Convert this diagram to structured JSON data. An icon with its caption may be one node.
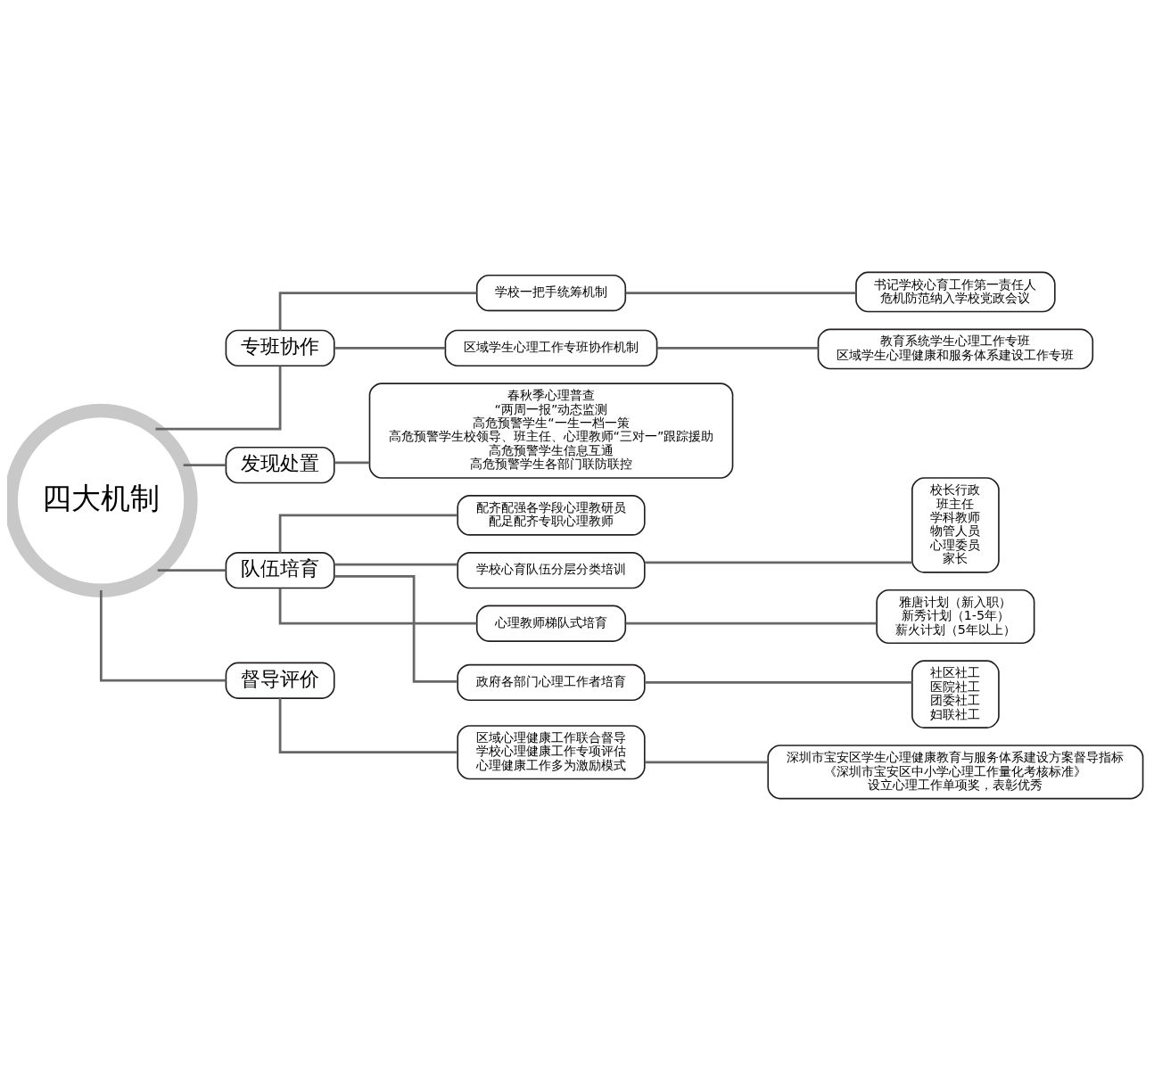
{
  "diagram": {
    "nodes": [
      {
        "text": [
          "四大机制"
        ]
      },
      {
        "text": [
          "专班协作"
        ]
      },
      {
        "text": [
          "学校一把手统筹机制"
        ]
      },
      {
        "text": [
          "书记学校心育工作第一责任人",
          "危机防范纳入学校党政会议"
        ]
      },
      {
        "text": [
          "区域学生心理工作专班协作机制"
        ]
      },
      {
        "text": [
          "教育系统学生心理工作专班",
          "区域学生心理健康和服务体系建设工作专班"
        ]
      },
      {
        "text": [
          "发现处置"
        ]
      },
      {
        "text": [
          "春秋季心理普查",
          "“两周一报”动态监测",
          "高危预警学生“一生一档一策",
          "高危预警学生校领导、班主任、心理教师“三对一”跟踪援助",
          "高危预警学生信息互通",
          "高危预警学生各部门联防联控"
        ]
      },
      {
        "text": [
          "队伍培育"
        ]
      },
      {
        "text": [
          "配齐配强各学段心理教研员",
          "配足配齐专职心理教师"
        ]
      },
      {
        "text": [
          "学校心育队伍分层分类培训"
        ]
      },
      {
        "text": [
          "校长行政",
          "班主任",
          "学科教师",
          "物管人员",
          "心理委员",
          "家长"
        ]
      },
      {
        "text": [
          "心理教师梯队式培育"
        ]
      },
      {
        "text": [
          "雅唐计划（新入职）",
          "新秀计划（1-5年）",
          "薪火计划（5年以上）"
        ]
      },
      {
        "text": [
          "政府各部门心理工作者培育"
        ]
      },
      {
        "text": [
          "社区社工",
          "医院社工",
          "团委社工",
          "妇联社工"
        ]
      },
      {
        "text": [
          "督导评价"
        ]
      },
      {
        "text": [
          "区域心理健康工作联合督导",
          "学校心理健康工作专项评估",
          "心理健康工作多为激励模式"
        ]
      },
      {
        "text": [
          "深圳市宝安区学生心理健康教育与服务体系建设方案督导指标",
          "《深圳市宝安区中小学心理工作量化考核标准》",
          "设立心理工作单项奖，表彰优秀"
        ]
      }
    ],
    "edges": [
      {
        "from": 0,
        "to": 1,
        "arrow": "none"
      },
      {
        "from": 1,
        "to": 2,
        "arrow": "none"
      },
      {
        "from": 2,
        "to": 3,
        "arrow": "none"
      },
      {
        "from": 1,
        "to": 4,
        "arrow": "none"
      },
      {
        "from": 4,
        "to": 5,
        "arrow": "none"
      },
      {
        "from": 0,
        "to": 6,
        "arrow": "none"
      },
      {
        "from": 6,
        "to": 7,
        "arrow": "none"
      },
      {
        "from": 0,
        "to": 8,
        "arrow": "none"
      },
      {
        "from": 8,
        "to": 9,
        "arrow": "none"
      },
      {
        "from": 8,
        "to": 10,
        "arrow": "none"
      },
      {
        "from": 10,
        "to": 11,
        "arrow": "none"
      },
      {
        "from": 8,
        "to": 12,
        "arrow": "none"
      },
      {
        "from": 12,
        "to": 13,
        "arrow": "none"
      },
      {
        "from": 8,
        "to": 14,
        "arrow": "none"
      },
      {
        "from": 14,
        "to": 15,
        "arrow": "none"
      },
      {
        "from": 0,
        "to": 16,
        "arrow": "none"
      },
      {
        "from": 16,
        "to": 17,
        "arrow": "none"
      },
      {
        "from": 17,
        "to": 18,
        "arrow": "none"
      }
    ]
  }
}
